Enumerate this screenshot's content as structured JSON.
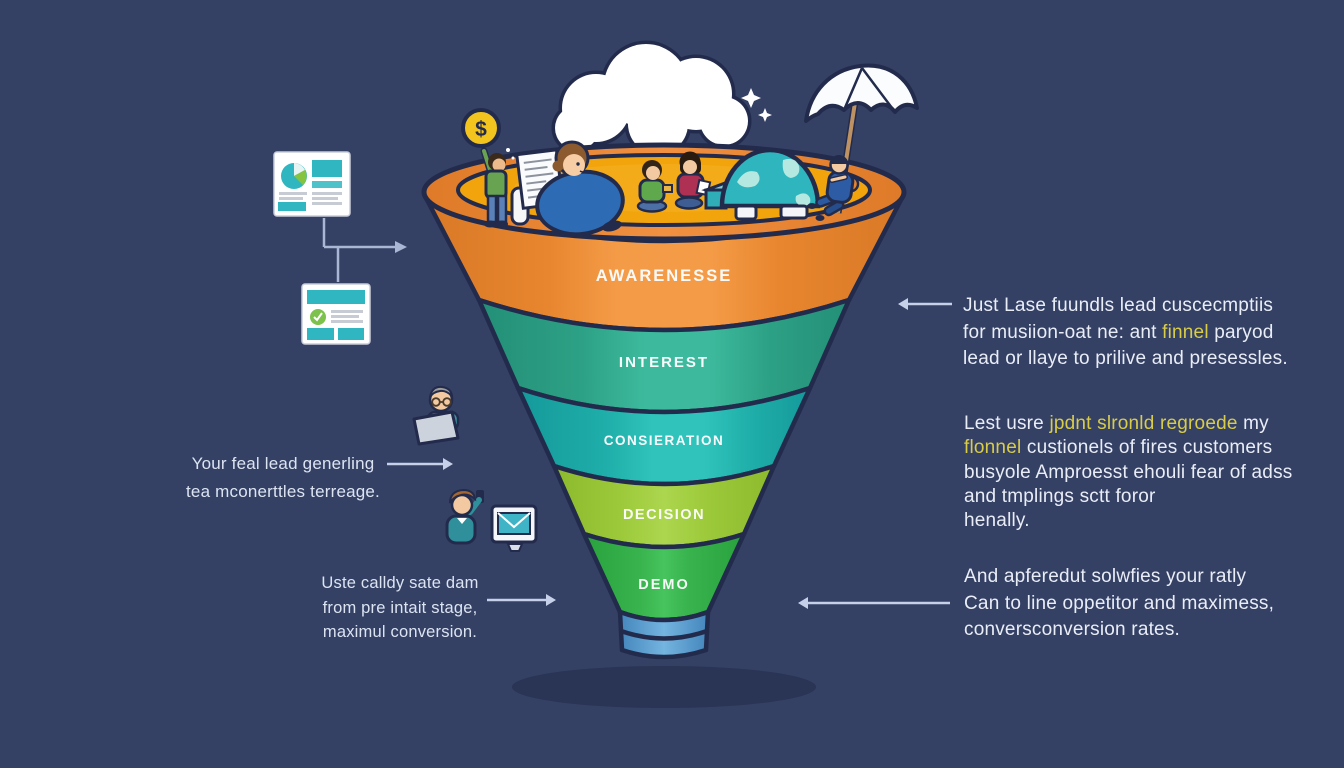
{
  "canvas": {
    "background": "#344064"
  },
  "funnel": {
    "stages": [
      {
        "label": "AWARENESSE",
        "color": "#EC8C36"
      },
      {
        "label": "INTEREST",
        "color": "#30A98C"
      },
      {
        "label": "CONSIERATION",
        "color": "#21AFAA"
      },
      {
        "label": "DECISION",
        "color": "#9DCB3E"
      },
      {
        "label": "DEMO",
        "color": "#38B04C"
      }
    ],
    "rim_color": "#E8832D",
    "rim_top_color": "#F2A40C",
    "spout_color": "#4E95CB",
    "outline_color": "#232B4D"
  },
  "icons": {
    "dollar": "$"
  },
  "colors": {
    "text_white": "#E9EDF6",
    "highlight_yellow": "#D8CC49",
    "arrow": "#C6D0E8",
    "coin_yellow": "#F2C41D",
    "card_teal": "#2FB6C0",
    "card_green": "#7CC24C",
    "globe_teal": "#2FB5BD",
    "shadow_navy": "#2A3454",
    "umbrella_white": "#FBFCFE"
  },
  "left_annotations": [
    {
      "lines": [
        "Your feal lead generling",
        "tea mconerttles terreage."
      ]
    },
    {
      "lines": [
        "Uste calldy sate dam",
        "from pre intait stage,",
        "maximul conversion."
      ]
    }
  ],
  "right_annotations": [
    {
      "lines": [
        {
          "segs": [
            {
              "t": "Just Lase fuundls lead cuscecmptiis"
            }
          ]
        },
        {
          "segs": [
            {
              "t": "for musiion-oat ne: ant "
            },
            {
              "t": "finnel",
              "hl": true
            },
            {
              "t": " paryod"
            }
          ]
        },
        {
          "segs": [
            {
              "t": "lead or llaye to prilive and presessles."
            }
          ]
        }
      ]
    },
    {
      "lines": [
        {
          "segs": [
            {
              "t": "Lest usre "
            },
            {
              "t": "jpdnt slronld regroede",
              "hl": true
            },
            {
              "t": " my"
            }
          ]
        },
        {
          "segs": [
            {
              "t": "flonnel",
              "hl": true
            },
            {
              "t": " custionels of fires customers"
            }
          ]
        },
        {
          "segs": [
            {
              "t": "busyole Amproesst ehouli fear of adss"
            }
          ]
        },
        {
          "segs": [
            {
              "t": "and tmplings sctt foror"
            }
          ]
        },
        {
          "segs": [
            {
              "t": "henally."
            }
          ]
        }
      ]
    },
    {
      "lines": [
        {
          "segs": [
            {
              "t": "And apferedut solwfies your ratly"
            }
          ]
        },
        {
          "segs": [
            {
              "t": "Can to line oppetitor and maximess,"
            }
          ]
        },
        {
          "segs": [
            {
              "t": "conversconversion rates."
            }
          ]
        }
      ]
    }
  ]
}
